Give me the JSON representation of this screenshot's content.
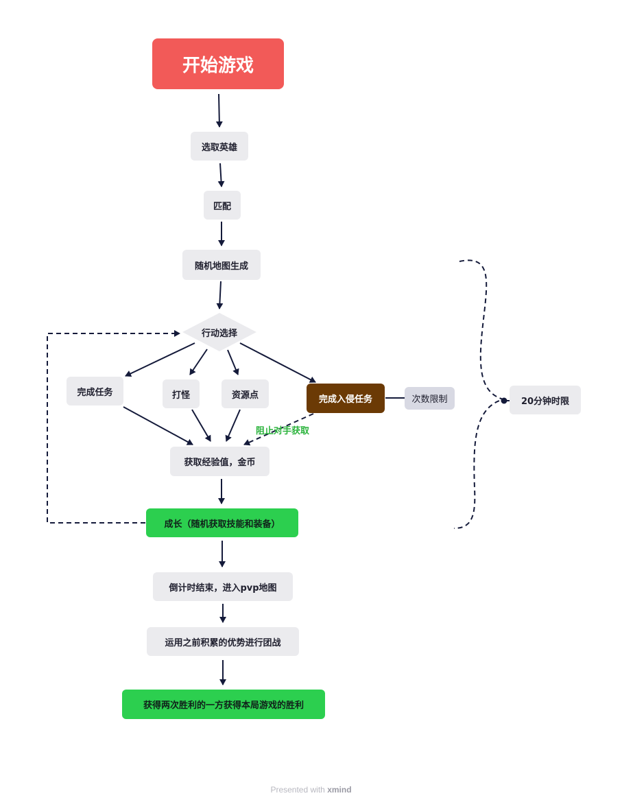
{
  "nodes": {
    "start": "开始游戏",
    "select_hero": "选取英雄",
    "match": "匹配",
    "random_map": "随机地图生成",
    "action_choice": "行动选择",
    "complete_task": "完成任务",
    "fight_monster": "打怪",
    "resource_point": "资源点",
    "invade_task": "完成入侵任务",
    "times_limit": "次数限制",
    "gain_exp_gold": "获取经验值，金币",
    "growth": "成长（随机获取技能和装备）",
    "countdown": "倒计时结束，进入pvp地图",
    "team_fight": "运用之前积累的优势进行团战",
    "victory": "获得两次胜利的一方获得本局游戏的胜利",
    "time_limit": "20分钟时限"
  },
  "edge_labels": {
    "block_opponent": "阻止对手获取"
  },
  "footer": {
    "presented_with": "Presented with",
    "brand": "xmind"
  },
  "colors": {
    "start": "#f25a58",
    "green": "#2ccf4f",
    "brown": "#6b3a05",
    "node_gray": "#ebebee",
    "tag_gray": "#d8d9e3",
    "line": "#141a3a",
    "edge_label": "#2bb33c"
  }
}
